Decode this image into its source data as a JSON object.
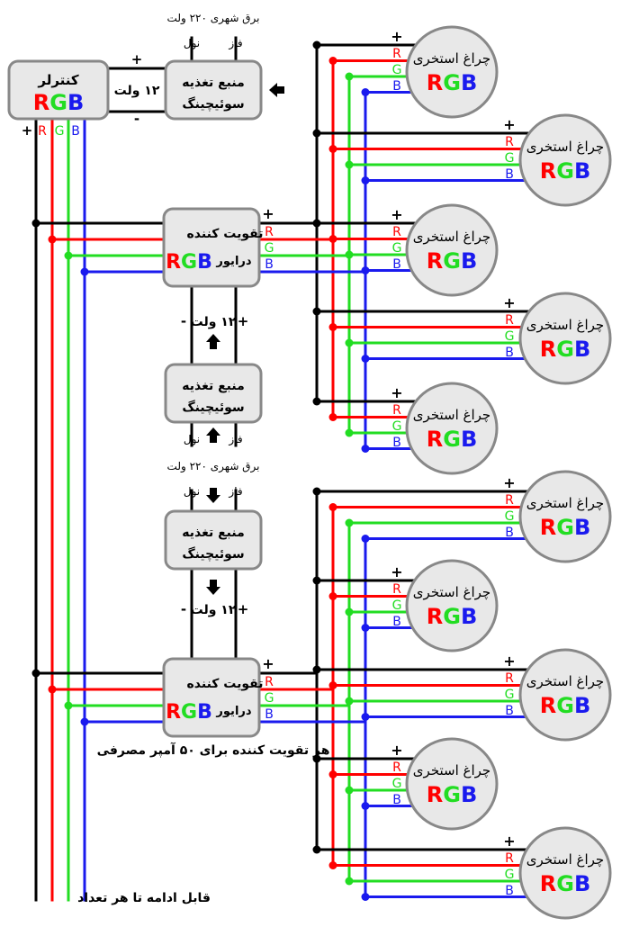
{
  "mains_label": "برق شهری ۲۲۰ ولت",
  "neutral_label": "نول",
  "phase_label": "فاز",
  "plus": "+",
  "minus": "-",
  "r": "R",
  "g": "G",
  "b": "B",
  "rgb_r": "R",
  "rgb_g": "G",
  "rgb_b": "B",
  "controller_title": "کنترلر",
  "psu_line1": "منبع تغذیه",
  "psu_line2": "سوئیچینگ",
  "volt_label": "۱۲ ولت",
  "amp_line1": "تقویت کننده",
  "amp_line2": "درایور",
  "lamp_label": "چراغ استخری",
  "amp_note": "هر تقویت کننده برای ۵۰ آمپر مصرفی",
  "continue_label": "قابل ادامه تا هر تعداد",
  "colors": {
    "black": "#000000",
    "red": "#ff0000",
    "green": "#22dd22",
    "blue": "#1a1aee",
    "box_fill": "#e8e8e8",
    "box_stroke": "#888888"
  }
}
